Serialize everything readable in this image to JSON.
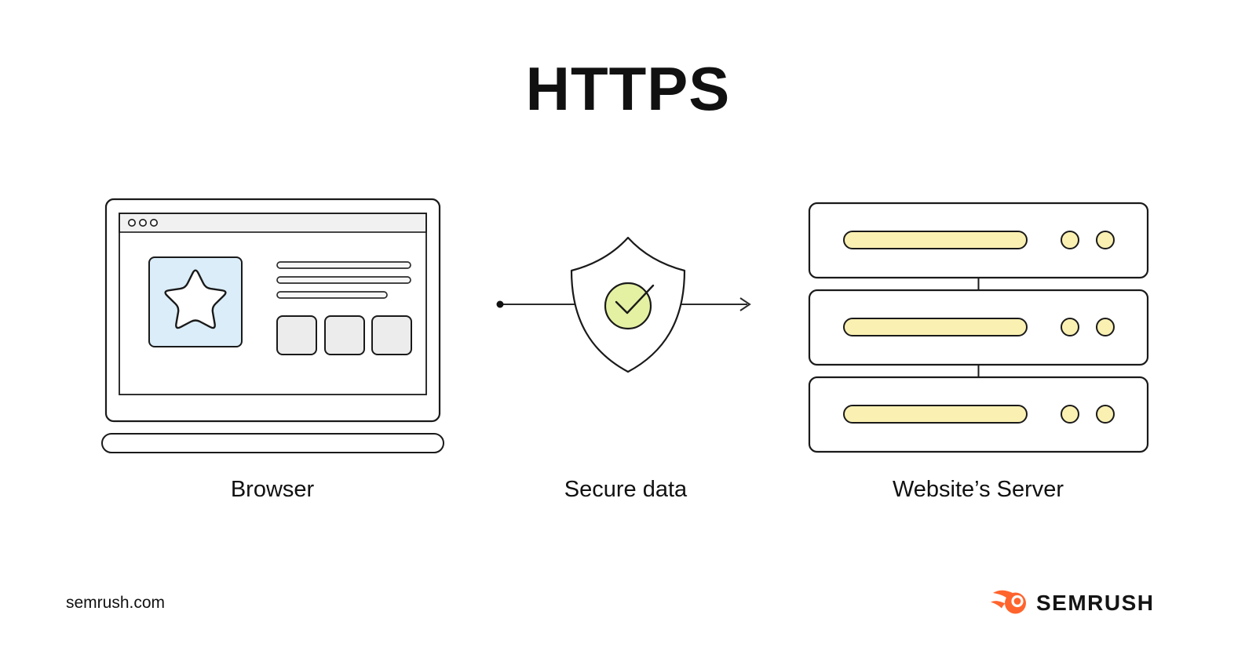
{
  "title": "HTTPS",
  "diagram": {
    "type": "flow",
    "direction": "left-to-right",
    "nodes": [
      {
        "id": "browser",
        "label": "Browser",
        "icon": "laptop-browser-window-icon"
      },
      {
        "id": "secure-data",
        "label": "Secure data",
        "icon": "shield-check-icon"
      },
      {
        "id": "server",
        "label": "Website’s Server",
        "icon": "server-rack-icon"
      }
    ]
  },
  "footer": {
    "site": "semrush.com",
    "brand": "SEMRUSH"
  },
  "colors": {
    "background": "#ffffff",
    "stroke": "#1a1a1a",
    "accent_blue": "#daedf8",
    "accent_yellow": "#faf0b2",
    "accent_green": "#e5f1a2",
    "panel_gray": "#ececec",
    "topbar_gray": "#f1f1f1",
    "brand_orange": "#ff642d",
    "text": "#111111"
  }
}
